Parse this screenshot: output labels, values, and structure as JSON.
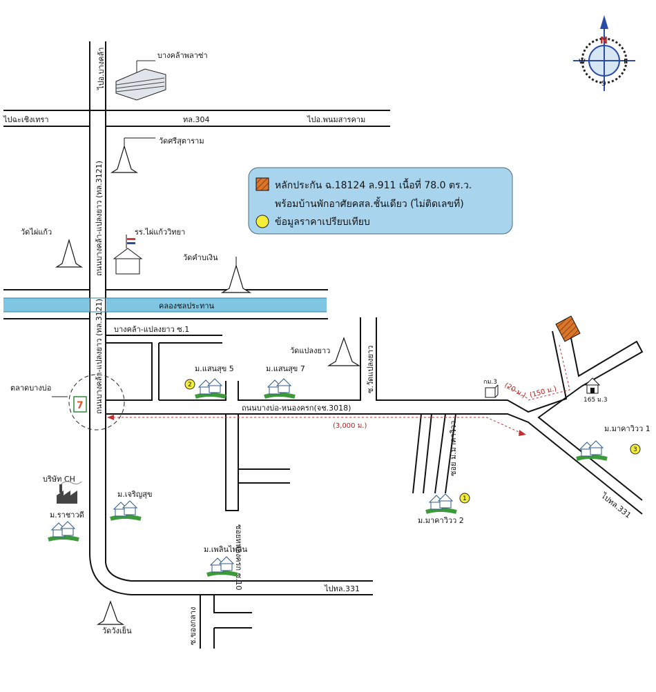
{
  "legend": {
    "item1_line1": "หลักประกัน ฉ.18124 ล.911 เนื้อที่ 78.0 ตร.ว.",
    "item1_line2": "พร้อมบ้านพักอาศัยคสล.ชั้นเดียว (ไม่ติดเลขที่)",
    "item2": "ข้อมูลราคาเปรียบเทียบ"
  },
  "compass": {
    "n": "N",
    "s": "S",
    "e": "E",
    "w": "W"
  },
  "labels": {
    "bangkla_plaza": "บางคล้าพลาซ่า",
    "to_bangkla": "ไปอ.บางคล้า",
    "to_chachoengsao": "ไปฉะเชิงเทรา",
    "route_304": "ทล.304",
    "to_phanom": "ไปอ.พนมสารคาม",
    "wat_sri_sutaram": "วัดศรีสุตาราม",
    "wat_phai_kaew": "วัดไผ่แก้ว",
    "school": "รร.ไผ่แก้ววิทยา",
    "wat_kham_bang": "วัดคำบเงิน",
    "main_road_vertical": "ถนนบางคล้า-แปลงยาว (ทล.3121)",
    "canal": "คลองชลประทาน",
    "soi1": "บางคล้า-แปลงยาว ซ.1",
    "wat_plaeng_yao": "วัดแปลงยาว",
    "soi_wat_plaeng_yao": "ซ.วัดแปลงยาว",
    "m_saensuk5": "ม.แสนสุข 5",
    "m_saensuk7": "ม.แสนสุข 7",
    "market": "ตลาดบางบ่อ",
    "road_bangbo": "ถนนบางบ่อ-หนองครก(จช.3018)",
    "dist_3000": "(3,000 ม.)",
    "dist_20": "(20 ม.)",
    "dist_150": "(150 ม.)",
    "km3": "กม.3",
    "house_165": "165 ม.3",
    "m_maka_view1": "ม.มาคาวิวว 1",
    "m_maka_view2": "ม.มาคาวิวว 2",
    "soi_maka_view": "ซอย ม.มาคาวิวว",
    "to_331_right": "ไปทล.331",
    "soi_nong_chok": "ซอยหนองครก ซ.10",
    "company_ch": "บริษัท CH",
    "m_racha_dee": "ม.ราชาวดี",
    "m_charoen_suk": "ม.เจริญสุข",
    "m_ploen_ploen": "ม.เพลินไพลิน",
    "to_331_bottom": "ไปทล.331",
    "wat_wang_yen": "วัดวังเย็น",
    "soi_khong_klang": "ซ.ของกลาง",
    "seven_eleven": "7"
  },
  "markers": {
    "pin1": "1",
    "pin2": "2",
    "pin3": "3"
  },
  "colors": {
    "legend_bg": "#a8d4ee",
    "collateral": "#d9762b",
    "compare_pin": "#f4ee3a",
    "canal": "#7fc6e3",
    "distance_line": "#c03030"
  }
}
